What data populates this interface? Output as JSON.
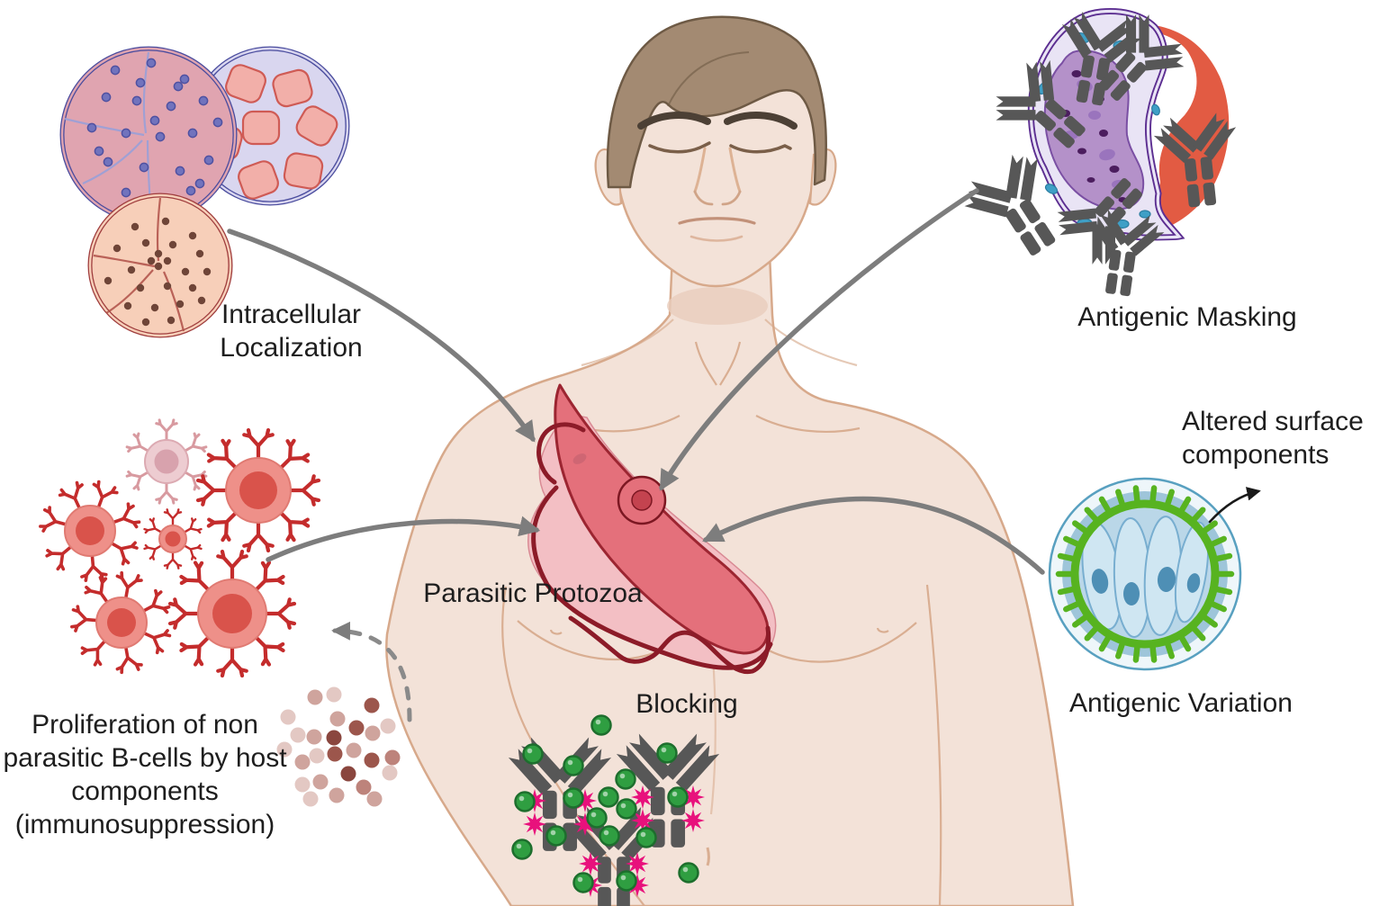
{
  "figure_alt": "Illustration of immune evasion mechanisms of parasitic protozoa shown around a human torso with a trypanosome parasite on the chest",
  "labels": {
    "intracellular_localization": "Intracellular Localization",
    "antigenic_masking": "Antigenic Masking",
    "altered_surface_components": "Altered surface components",
    "antigenic_variation": "Antigenic Variation",
    "parasitic_protozoa": "Parasitic Protozoa",
    "blocking": "Blocking",
    "immunosuppression": "Proliferation of non parasitic B-cells by host components (immunosuppression)"
  },
  "colors": {
    "background": "#ffffff",
    "skin": "#f3e2d8",
    "skin_outline": "#d7a98b",
    "hair": "#a38a72",
    "arrow_gray": "#7d7d7d",
    "dashed_arrow_gray": "#8a8a8a",
    "black_arrow": "#1a1a1a",
    "antibody_gray": "#575757",
    "parasite_body": "#e4707b",
    "parasite_membrane": "#f3bfc4",
    "parasite_flagellum": "#8c1b28",
    "bcell_fill": "#ee9089",
    "bcell_nucleus": "#d9534b",
    "receptor_red": "#c42c2c",
    "green_dot": "#2f9e41",
    "magenta_star": "#e8117c",
    "variation_green": "#57b320",
    "variation_blue": "#9ec5da",
    "masking_purple": "#5c2e91",
    "masking_red": "#e25b43",
    "macrophage_pink": "#e0a4b0",
    "macrophage_lavender": "#d9d6ef",
    "macrophage_peach": "#f7cfb9"
  }
}
